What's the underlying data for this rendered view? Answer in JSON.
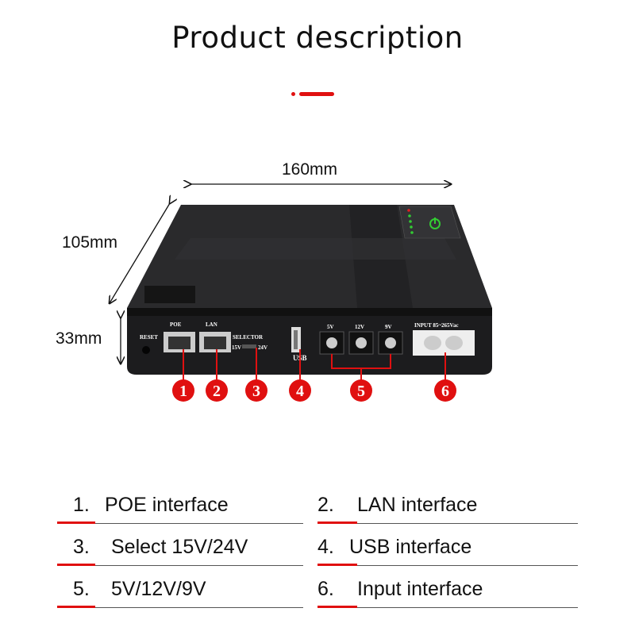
{
  "title": "Product description",
  "accent_color": "#e01010",
  "dimensions": {
    "length": "160mm",
    "width": "105mm",
    "height": "33mm"
  },
  "device": {
    "port_labels": {
      "reset": "RESET",
      "poe": "POE",
      "lan": "LAN",
      "selector": "SELECTOR",
      "sel_15": "15V",
      "sel_24": "24V",
      "usb": "USB",
      "dc5": "5V",
      "dc12": "12V",
      "dc9": "9V",
      "input": "INPUT 85~265Vac"
    }
  },
  "callouts": [
    "1",
    "2",
    "3",
    "4",
    "5",
    "6"
  ],
  "features": [
    {
      "num": "1.",
      "label": "POE interface"
    },
    {
      "num": "2.",
      "label": "LAN interface"
    },
    {
      "num": "3.",
      "label": "Select 15V/24V"
    },
    {
      "num": "4.",
      "label": "USB interface"
    },
    {
      "num": "5.",
      "label": "5V/12V/9V"
    },
    {
      "num": "6.",
      "label": "Input interface"
    }
  ]
}
